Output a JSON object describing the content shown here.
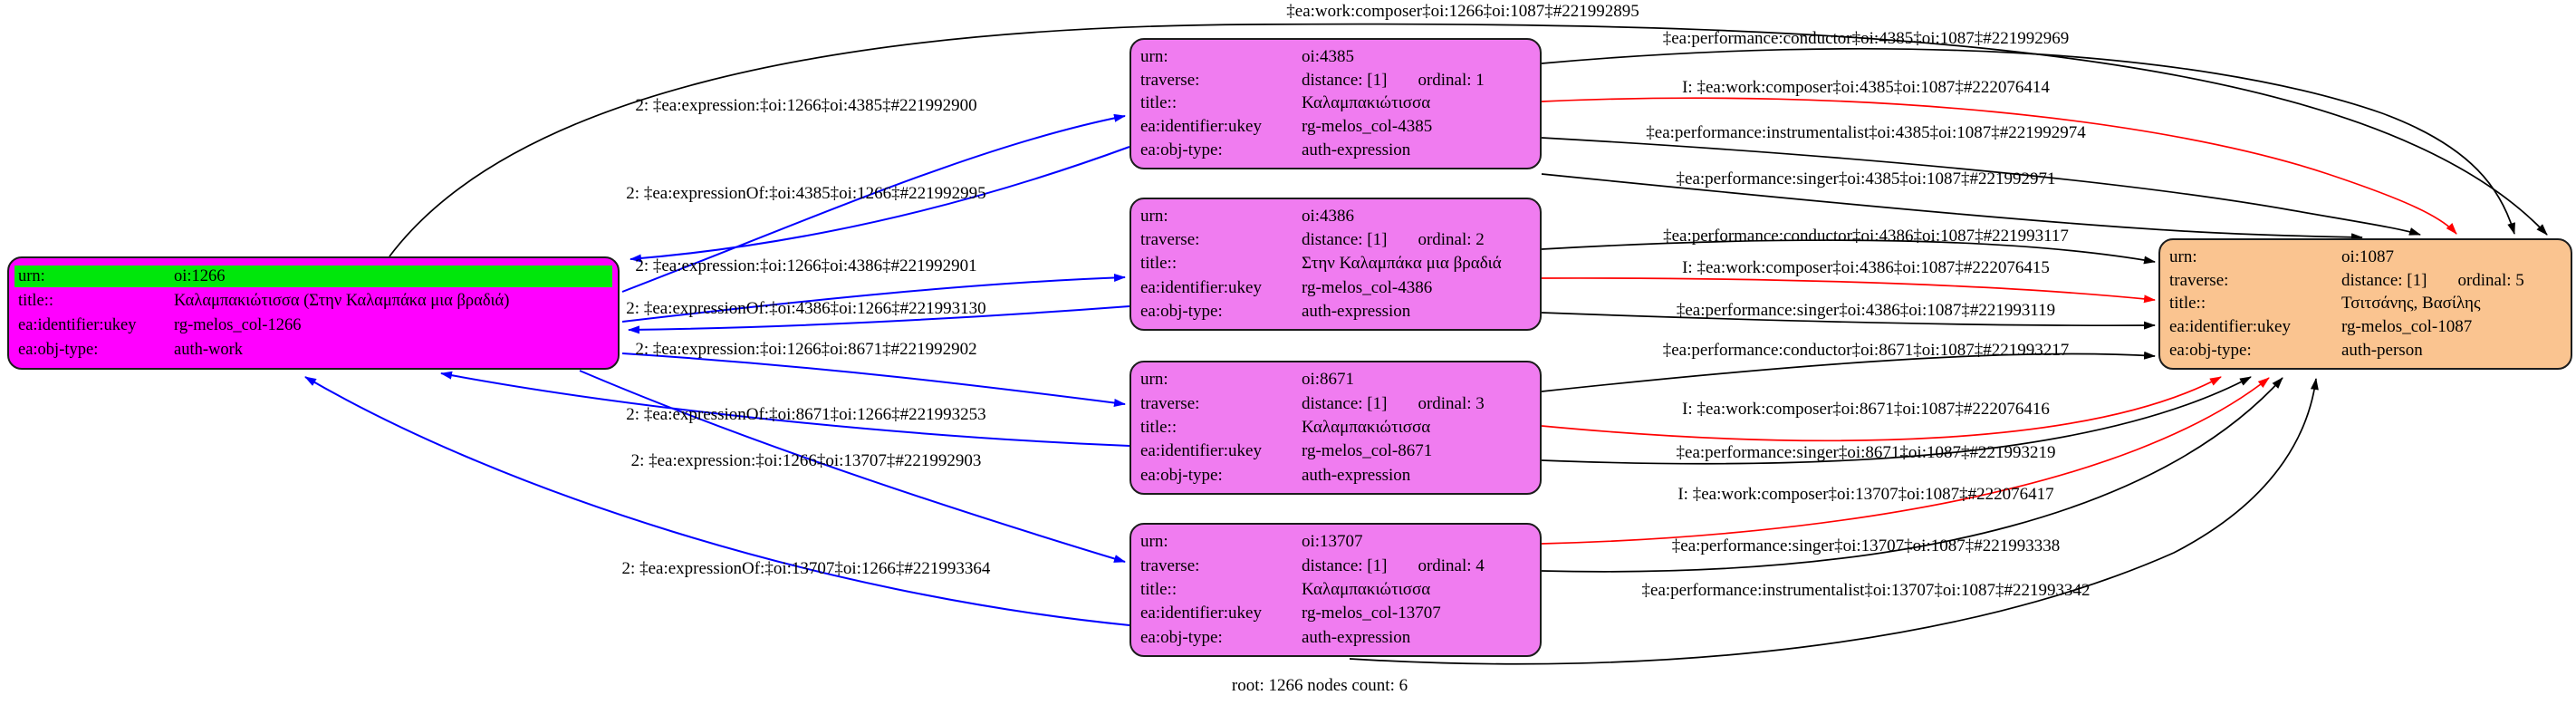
{
  "graph": {
    "footer": "root: 1266 nodes count: 6",
    "colors": {
      "work_fill": "#ff00ff",
      "work_header": "#00e70b",
      "expression_fill": "#f07cf0",
      "person_fill": "#fac490",
      "edge_blue": "#0000ff",
      "edge_black": "#000000",
      "edge_red": "#ff0000"
    }
  },
  "nodes": {
    "work_1266": {
      "urn_key": "urn:",
      "urn_value": "oi:1266",
      "title_key": "title::",
      "title_value": "Καλαμπακιώτισσα (Στην Καλαμπάκα μια βραδιά)",
      "ukey_key": "ea:identifier:ukey",
      "ukey_value": "rg-melos_col-1266",
      "type_key": "ea:obj-type:",
      "type_value": "auth-work"
    },
    "expr_4385": {
      "urn_key": "urn:",
      "urn_value": "oi:4385",
      "traverse_key": "traverse:",
      "distance": "distance: [1]",
      "ordinal": "ordinal: 1",
      "title_key": "title::",
      "title_value": "Καλαμπακιώτισσα",
      "ukey_key": "ea:identifier:ukey",
      "ukey_value": "rg-melos_col-4385",
      "type_key": "ea:obj-type:",
      "type_value": "auth-expression"
    },
    "expr_4386": {
      "urn_key": "urn:",
      "urn_value": "oi:4386",
      "traverse_key": "traverse:",
      "distance": "distance: [1]",
      "ordinal": "ordinal: 2",
      "title_key": "title::",
      "title_value": "Στην Καλαμπάκα μια βραδιά",
      "ukey_key": "ea:identifier:ukey",
      "ukey_value": "rg-melos_col-4386",
      "type_key": "ea:obj-type:",
      "type_value": "auth-expression"
    },
    "expr_8671": {
      "urn_key": "urn:",
      "urn_value": "oi:8671",
      "traverse_key": "traverse:",
      "distance": "distance: [1]",
      "ordinal": "ordinal: 3",
      "title_key": "title::",
      "title_value": "Καλαμπακιώτισσα",
      "ukey_key": "ea:identifier:ukey",
      "ukey_value": "rg-melos_col-8671",
      "type_key": "ea:obj-type:",
      "type_value": "auth-expression"
    },
    "expr_13707": {
      "urn_key": "urn:",
      "urn_value": "oi:13707",
      "traverse_key": "traverse:",
      "distance": "distance: [1]",
      "ordinal": "ordinal: 4",
      "title_key": "title::",
      "title_value": "Καλαμπακιώτισσα",
      "ukey_key": "ea:identifier:ukey",
      "ukey_value": "rg-melos_col-13707",
      "type_key": "ea:obj-type:",
      "type_value": "auth-expression"
    },
    "person_1087": {
      "urn_key": "urn:",
      "urn_value": "oi:1087",
      "traverse_key": "traverse:",
      "distance": "distance: [1]",
      "ordinal": "ordinal: 5",
      "title_key": "title::",
      "title_value": "Τσιτσάνης, Βασίλης",
      "ukey_key": "ea:identifier:ukey",
      "ukey_value": "rg-melos_col-1087",
      "type_key": "ea:obj-type:",
      "type_value": "auth-person"
    }
  },
  "edge_labels": {
    "composer_1266": "‡ea:work:composer‡oi:1266‡oi:1087‡#221992895",
    "expression_4385": "2: ‡ea:expression:‡oi:1266‡oi:4385‡#221992900",
    "expressionOf_4385": "2: ‡ea:expressionOf:‡oi:4385‡oi:1266‡#221992995",
    "expression_4386": "2: ‡ea:expression:‡oi:1266‡oi:4386‡#221992901",
    "expressionOf_4386": "2: ‡ea:expressionOf:‡oi:4386‡oi:1266‡#221993130",
    "expression_8671": "2: ‡ea:expression:‡oi:1266‡oi:8671‡#221992902",
    "expressionOf_8671": "2: ‡ea:expressionOf:‡oi:8671‡oi:1266‡#221993253",
    "expression_13707": "2: ‡ea:expression:‡oi:1266‡oi:13707‡#221992903",
    "expressionOf_13707": "2: ‡ea:expressionOf:‡oi:13707‡oi:1266‡#221993364",
    "conductor_4385": "‡ea:performance:conductor‡oi:4385‡oi:1087‡#221992969",
    "composer_4385": "I: ‡ea:work:composer‡oi:4385‡oi:1087‡#222076414",
    "instrumentalist_4385": "‡ea:performance:instrumentalist‡oi:4385‡oi:1087‡#221992974",
    "singer_4385": "‡ea:performance:singer‡oi:4385‡oi:1087‡#221992971",
    "conductor_4386": "‡ea:performance:conductor‡oi:4386‡oi:1087‡#221993117",
    "composer_4386": "I: ‡ea:work:composer‡oi:4386‡oi:1087‡#222076415",
    "singer_4386": "‡ea:performance:singer‡oi:4386‡oi:1087‡#221993119",
    "conductor_8671": "‡ea:performance:conductor‡oi:8671‡oi:1087‡#221993217",
    "composer_8671": "I: ‡ea:work:composer‡oi:8671‡oi:1087‡#222076416",
    "singer_8671": "‡ea:performance:singer‡oi:8671‡oi:1087‡#221993219",
    "composer_13707": "I: ‡ea:work:composer‡oi:13707‡oi:1087‡#222076417",
    "singer_13707": "‡ea:performance:singer‡oi:13707‡oi:1087‡#221993338",
    "instrumentalist_13707": "‡ea:performance:instrumentalist‡oi:13707‡oi:1087‡#221993342"
  }
}
